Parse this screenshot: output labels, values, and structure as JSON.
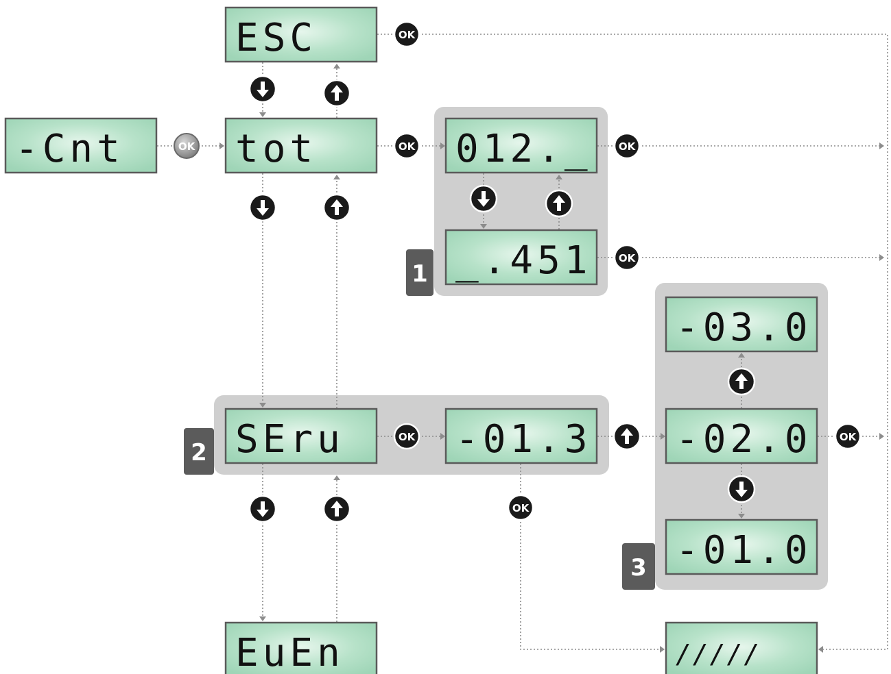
{
  "displays": {
    "esc": "ESC",
    "cnt": "-Cnt",
    "tot": "tot",
    "tot_high": "012._",
    "tot_low": "_.451",
    "serv": "SEru",
    "serv_value": "-01.3",
    "step_up": "-03.0",
    "step_mid": "-02.0",
    "step_down": "-01.0",
    "even": "EuEn",
    "blank": "/////"
  },
  "badges": {
    "one": "1",
    "two": "2",
    "three": "3"
  },
  "buttons": {
    "ok_label": "OK"
  },
  "colors": {
    "lcd_fill": "#a8dcc0",
    "lcd_glow": "#e6f6ec",
    "lcd_border": "#5a5a5a",
    "group_panel": "#cfcfcf",
    "badge": "#5b5b5b",
    "button_dark": "#1a1a1a",
    "button_ok_grey": "#8a8a8a",
    "connector": "#8c8c8c"
  }
}
